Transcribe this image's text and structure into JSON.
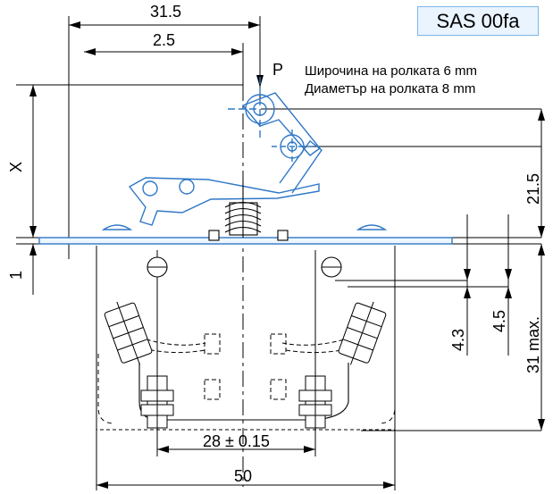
{
  "title": "SAS 00fa",
  "plunger_label": "P",
  "notes": [
    "Широчина на ролката 6 mm",
    "Диаметър на ролката 8 mm"
  ],
  "dimensions": {
    "top": "31.5",
    "offset": "2.5",
    "x": "X",
    "one": "1",
    "right_top": "21.5",
    "small_1": "4.3",
    "small_2": "4.5",
    "max": "31 max.",
    "hole_spacing": "28 ± 0.15",
    "width": "50"
  }
}
